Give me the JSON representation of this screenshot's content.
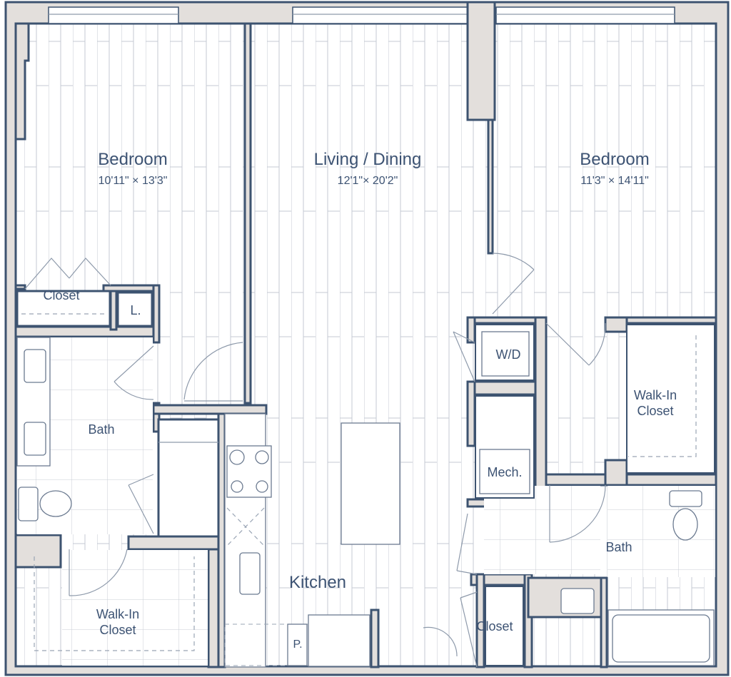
{
  "rooms": {
    "bedroom_left": {
      "name": "Bedroom",
      "size": "10'11\" × 13'3\""
    },
    "living": {
      "name": "Living / Dining",
      "size": "12'1\"× 20'2\""
    },
    "bedroom_right": {
      "name": "Bedroom",
      "size": "11'3\" × 14'11\""
    },
    "closet_left": "Closet",
    "linen": "L.",
    "bath_left": "Bath",
    "walkin_left": [
      "Walk-In",
      "Closet"
    ],
    "kitchen": "Kitchen",
    "pantry": "P.",
    "wd": "W/D",
    "mech": "Mech.",
    "walkin_right": [
      "Walk-In",
      "Closet"
    ],
    "bath_right": "Bath",
    "closet_right": "Closet"
  },
  "colors": {
    "wall_fill": "#e3dfdc",
    "wall_stroke": "#3d5370",
    "text": "#3d5373"
  }
}
